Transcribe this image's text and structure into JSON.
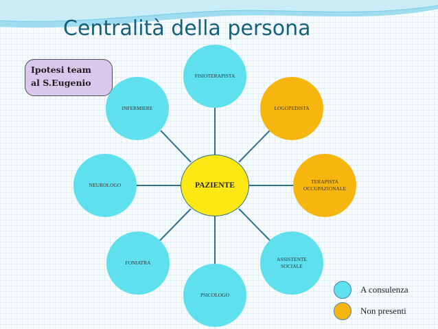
{
  "title": "Centralità della persona",
  "team_box": {
    "line1": "Ipotesi team",
    "line2": "al S.Eugenio"
  },
  "center": {
    "label": "PAZIENTE"
  },
  "nodes": [
    {
      "id": "fisioterapista",
      "lines": [
        "FISIOTERAPISTA"
      ],
      "status": "A consulenza"
    },
    {
      "id": "logopedista",
      "lines": [
        "LOGOPEDISTA"
      ],
      "status": "Non presenti"
    },
    {
      "id": "terapista-occupazionale",
      "lines": [
        "TERAPISTA",
        "OCCUPAZIONALE"
      ],
      "status": "Non presenti"
    },
    {
      "id": "assistente-sociale",
      "lines": [
        "ASSISTENTE",
        "SOCIALE"
      ],
      "status": "A consulenza"
    },
    {
      "id": "psicologo",
      "lines": [
        "PSICOLOGO"
      ],
      "status": "A consulenza"
    },
    {
      "id": "foniatra",
      "lines": [
        "FONIATRA"
      ],
      "status": "A consulenza"
    },
    {
      "id": "neurologo",
      "lines": [
        "NEUROLOGO"
      ],
      "status": "A consulenza"
    },
    {
      "id": "infermiere",
      "lines": [
        "INFERMIERE"
      ],
      "status": "A consulenza"
    }
  ],
  "legend": [
    {
      "label": "A consulenza",
      "color": "#5ee0ee"
    },
    {
      "label": "Non presenti",
      "color": "#f6b60f"
    }
  ],
  "colors": {
    "title": "#17607a",
    "connector": "#2f6f88",
    "center_fill": "#fde816",
    "team_box_fill": "#d9c8ec"
  }
}
